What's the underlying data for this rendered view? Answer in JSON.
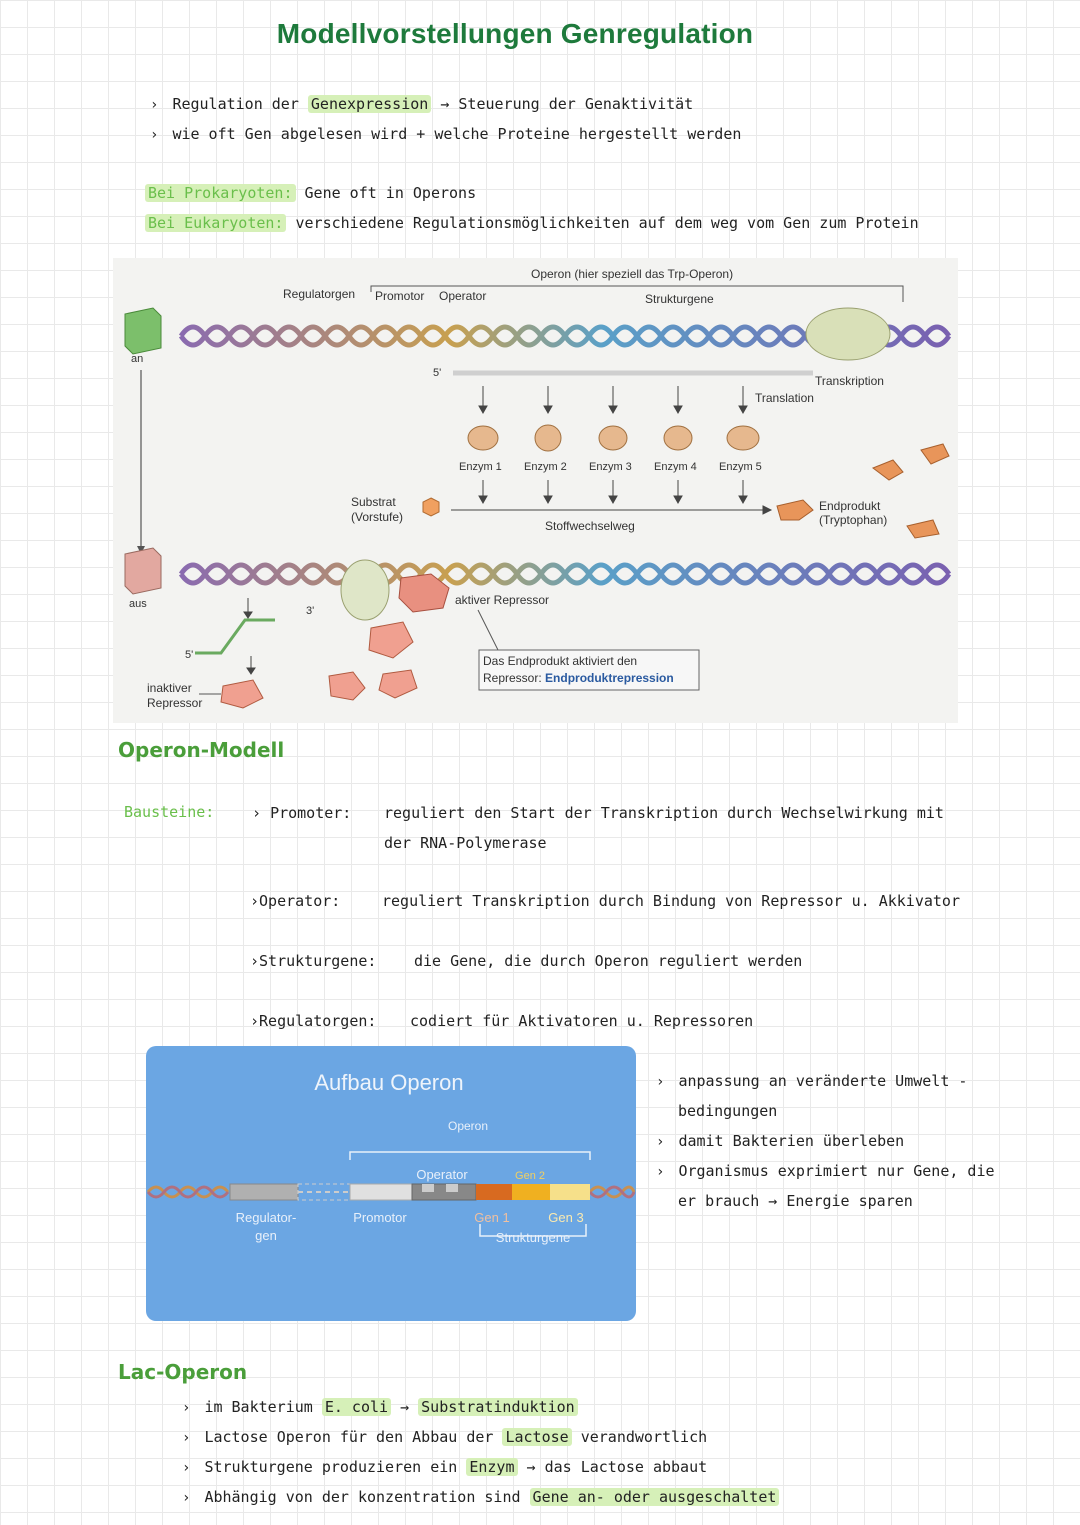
{
  "title": "Modellvorstellungen Genregulation",
  "intro": {
    "line1_a": "Regulation der",
    "line1_hl": "Genexpression",
    "line1_b": "→ Steuerung der Genaktivität",
    "line2": "wie oft Gen abgelesen wird + welche Proteine hergestellt werden"
  },
  "pro_eu": {
    "pro_label": "Bei Prokaryoten:",
    "pro_text": "Gene oft in Operons",
    "eu_label": "Bei Eukaryoten:",
    "eu_text": "verschiedene Regulationsmöglichkeiten auf dem weg vom Gen zum Protein"
  },
  "figure1": {
    "operon_label": "Operon (hier speziell das Trp-Operon)",
    "regulatorgen": "Regulatorgen",
    "promotor": "Promotor",
    "operator": "Operator",
    "strukturgene": "Strukturgene",
    "an": "an",
    "aus": "aus",
    "five_prime": "5'",
    "three_prime": "3'",
    "transkription": "Transkription",
    "translation": "Translation",
    "enzymes": [
      "Enzym 1",
      "Enzym 2",
      "Enzym 3",
      "Enzym 4",
      "Enzym 5"
    ],
    "substrat1": "Substrat",
    "substrat2": "(Vorstufe)",
    "stoffwechselweg": "Stoffwechselweg",
    "endprodukt1": "Endprodukt",
    "endprodukt2": "(Tryptophan)",
    "aktiver_repressor": "aktiver Repressor",
    "inaktiver1": "inaktiver",
    "inaktiver2": "Repressor",
    "callout1": "Das Endprodukt aktiviert den",
    "callout2a": "Repressor: ",
    "callout2b": "Endproduktrepression"
  },
  "operon_model": {
    "heading": "Operon-Modell",
    "bausteine": "Bausteine:",
    "items": [
      {
        "term": "Promoter:",
        "desc": "reguliert den Start der Transkription durch Wechselwirkung mit",
        "desc2": "der RNA-Polymerase"
      },
      {
        "term": "Operator:",
        "desc": "reguliert Transkription durch Bindung von Repressor u. Akkivator"
      },
      {
        "term": "Strukturgene:",
        "desc": "die Gene, die durch Operon reguliert werden"
      },
      {
        "term": "Regulatorgen:",
        "desc": "codiert für Aktivatoren u. Repressoren"
      }
    ]
  },
  "figure2": {
    "title": "Aufbau Operon",
    "operon": "Operon",
    "operator": "Operator",
    "gen2": "Gen 2",
    "regulator1": "Regulator-",
    "regulator2": "gen",
    "promotor": "Promotor",
    "gen1": "Gen 1",
    "gen3": "Gen 3",
    "strukturgene": "Strukturgene"
  },
  "side_notes": {
    "n1a": "anpassung an veränderte Umwelt -",
    "n1b": "bedingungen",
    "n2": "damit Bakterien überleben",
    "n3a": "Organismus exprimiert nur Gene, die",
    "n3b": "er brauch → Energie sparen"
  },
  "lac": {
    "heading": "Lac-Operon",
    "l1a": "im Bakterium",
    "l1b": "E. coli",
    "l1c": "→",
    "l1d": "Substratinduktion",
    "l2a": "Lactose",
    "l2b": "Operon für den Abbau der",
    "l2c": "Lactose",
    "l2d": "verandwortlich",
    "l3a": "Strukturgene produzieren ein",
    "l3b": "Enzym",
    "l3c": "→ das Lactose abbaut",
    "l4a": "Abhängig von der konzentration sind",
    "l4b": "Gene an- oder ausgeschaltet"
  },
  "colors": {
    "title_green": "#1e7a3c",
    "highlight": "#d6f0b8",
    "accent_green": "#6abf4b",
    "blue_box": "#6ba6e3"
  }
}
